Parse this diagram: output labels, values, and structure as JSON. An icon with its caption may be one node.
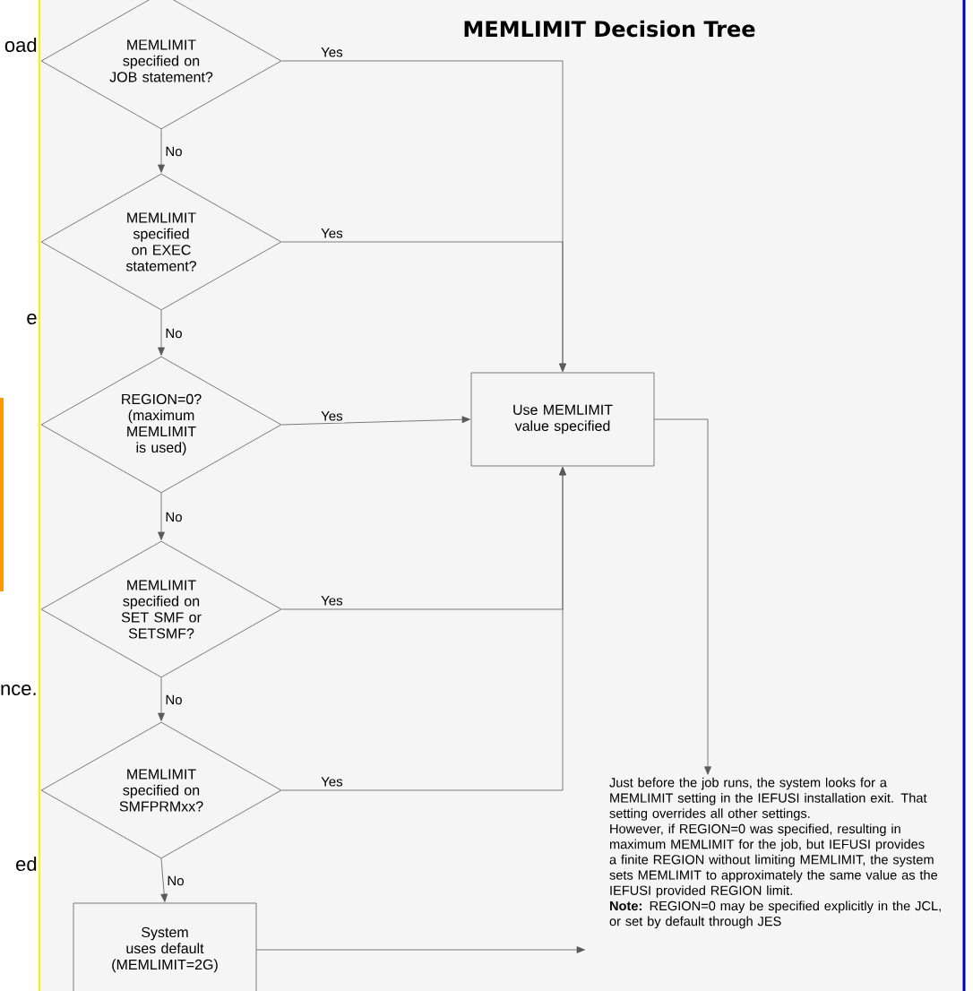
{
  "diagram": {
    "title": "MEMLIMIT Decision Tree",
    "nodes": [
      {
        "text": [
          "MEMLIMIT specified on JOB statement?"
        ]
      },
      {
        "text": [
          "MEMLIMIT specified on EXEC statement?"
        ]
      },
      {
        "text": [
          "REGION=0? (maximum MEMLIMIT is used)"
        ]
      },
      {
        "text": [
          "MEMLIMIT specified on SET SMF or SETSMF?"
        ]
      },
      {
        "text": [
          "MEMLIMIT specified on SMFPRMxx?"
        ]
      },
      {
        "text": [
          "System uses default (MEMLIMIT=2G)"
        ]
      },
      {
        "text": [
          "Use MEMLIMIT value specified"
        ]
      },
      {
        "text": [
          "Just before the job runs, the system looks for a MEMLIMIT setting in the IEFUSI installation exit. That setting overrides all other settings.",
          "However, if REGION=0 was specified, resulting in maximum MEMLIMIT for the job, but IEFUSI provides a finite REGION without limiting MEMLIMIT, the system sets MEMLIMIT to approximately the same value as the IEFUSI provided REGION limit.",
          "**Note:** REGION=0 may be specified explicitly in the JCL, or set by default through JES"
        ]
      }
    ],
    "edges": [
      {
        "from": 0,
        "to": 1,
        "arrow": "to",
        "label": "No"
      },
      {
        "from": 1,
        "to": 2,
        "arrow": "to",
        "label": "No"
      },
      {
        "from": 2,
        "to": 3,
        "arrow": "to",
        "label": "No"
      },
      {
        "from": 3,
        "to": 4,
        "arrow": "to",
        "label": "No"
      },
      {
        "from": 4,
        "to": 5,
        "arrow": "to",
        "label": "No"
      },
      {
        "from": 0,
        "to": 6,
        "arrow": "to",
        "label": "Yes"
      },
      {
        "from": 1,
        "to": 6,
        "arrow": "to",
        "label": "Yes"
      },
      {
        "from": 2,
        "to": 6,
        "arrow": "to",
        "label": "Yes"
      },
      {
        "from": 3,
        "to": 6,
        "arrow": "to",
        "label": "Yes"
      },
      {
        "from": 4,
        "to": 6,
        "arrow": "to",
        "label": "Yes"
      },
      {
        "from": 6,
        "to": 7,
        "arrow": "to"
      },
      {
        "from": 5,
        "to": 7,
        "arrow": "to"
      }
    ],
    "labels": [
      "oad",
      "e",
      "nce.",
      "ed"
    ]
  }
}
